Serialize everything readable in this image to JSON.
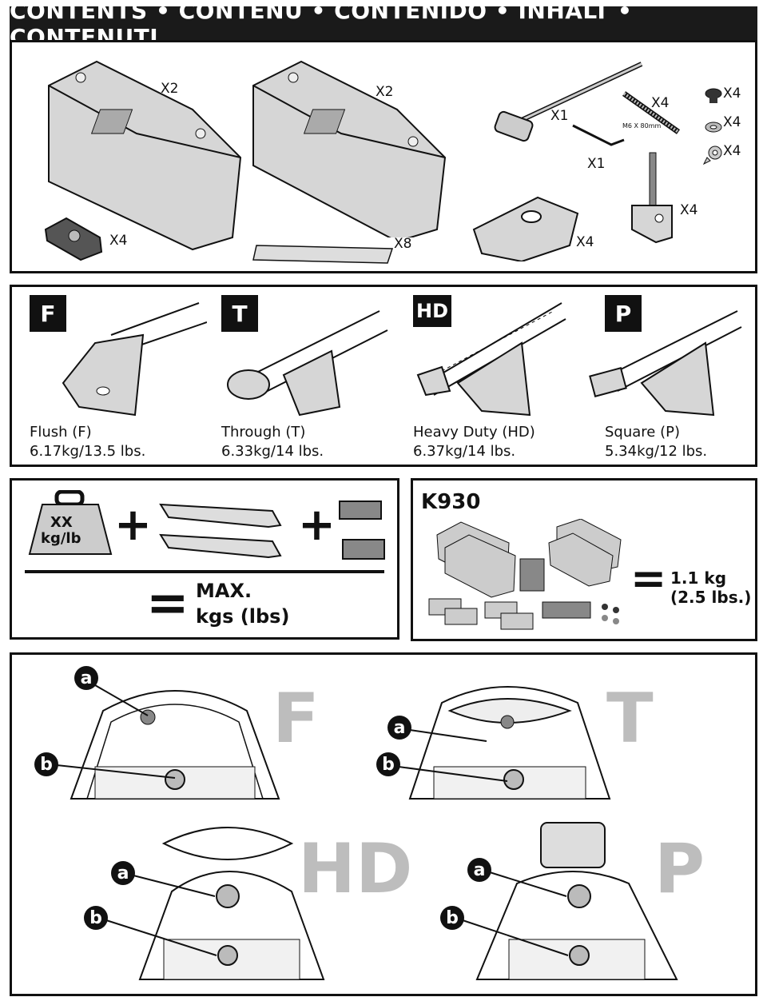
{
  "header": {
    "title": "CONTENTS • CONTENU • CONTENIDO • INHALT • CONTENUTI"
  },
  "contents": {
    "foot_pack_1": "X2",
    "foot_pack_2": "X2",
    "key_tool": "X1",
    "hex_key": "X1",
    "bolt": "X4",
    "bolt_spec": "M6 X 80mm",
    "screw": "X4",
    "washer": "X4",
    "wing_nut": "X4",
    "clamp": "X4",
    "nut": "X4",
    "pad": "X4",
    "strip": "X8"
  },
  "bar_types": [
    {
      "badge": "F",
      "name": "Flush (F)",
      "weight": "6.17kg/13.5 lbs."
    },
    {
      "badge": "T",
      "name": "Through (T)",
      "weight": "6.33kg/14 lbs."
    },
    {
      "badge": "HD",
      "name": "Heavy Duty (HD)",
      "weight": "6.37kg/14 lbs."
    },
    {
      "badge": "P",
      "name": "Square (P)",
      "weight": "5.34kg/12 lbs."
    }
  ],
  "load_formula": {
    "weight_label_1": "XX",
    "weight_label_2": "kg/lb",
    "result_1": "MAX.",
    "result_2": "kgs (lbs)"
  },
  "kit": {
    "code": "K930",
    "weight_1": "1.1 kg",
    "weight_2": "(2.5 lbs.)"
  },
  "diagrams": [
    {
      "letter": "F",
      "a": "a",
      "b": "b"
    },
    {
      "letter": "T",
      "a": "a",
      "b": "b"
    },
    {
      "letter": "HD",
      "a": "a",
      "b": "b"
    },
    {
      "letter": "P",
      "a": "a",
      "b": "b"
    }
  ]
}
